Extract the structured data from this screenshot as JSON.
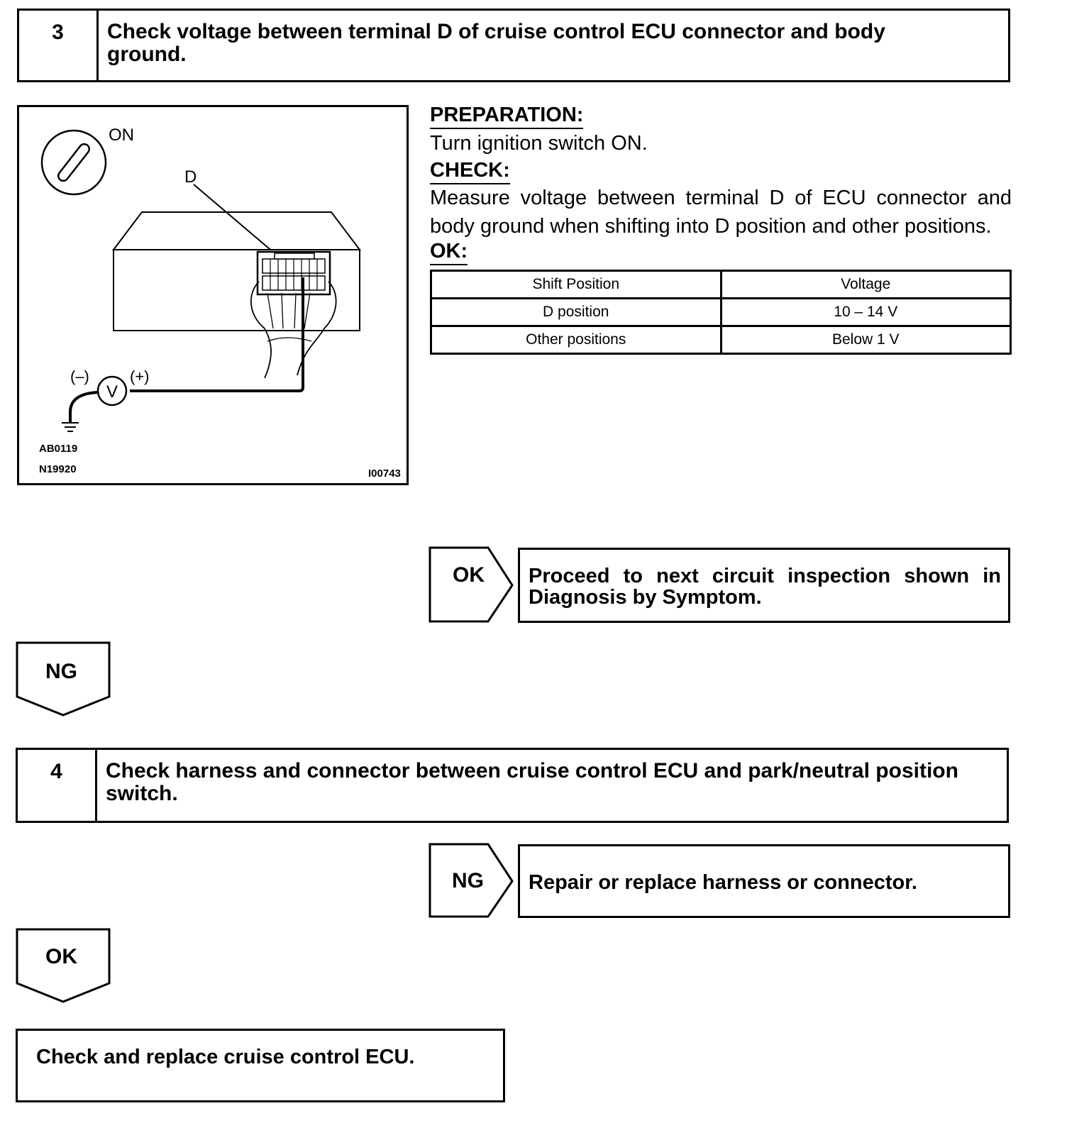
{
  "step3": {
    "number": "3",
    "title": "Check voltage between terminal D of cruise control ECU connector and body ground."
  },
  "diagram": {
    "ignition_label": "ON",
    "terminal_label": "D",
    "minus_label": "(–)",
    "plus_label": "(+)",
    "meter_label": "V",
    "code1": "AB0119",
    "code2": "N19920",
    "code3": "I00743"
  },
  "preparation": {
    "heading": "PREPARATION:",
    "text": "Turn ignition switch ON."
  },
  "check": {
    "heading": "CHECK:",
    "text": "Measure voltage between terminal D of ECU connector and body ground when shifting into D position and other positions."
  },
  "ok_spec": {
    "heading": "OK:",
    "columns": [
      "Shift Position",
      "Voltage"
    ],
    "rows": [
      [
        "D position",
        "10 – 14 V"
      ],
      [
        "Other positions",
        "Below 1 V"
      ]
    ]
  },
  "result1": {
    "badge": "OK",
    "text": "Proceed to next circuit inspection shown in Diagnosis by Symptom."
  },
  "flow1": {
    "badge": "NG"
  },
  "step4": {
    "number": "4",
    "title": "Check harness and connector between cruise control ECU and park/neutral position switch."
  },
  "result2": {
    "badge": "NG",
    "text": "Repair or replace harness or connector."
  },
  "flow2": {
    "badge": "OK"
  },
  "final": {
    "text": "Check and replace cruise control ECU."
  }
}
